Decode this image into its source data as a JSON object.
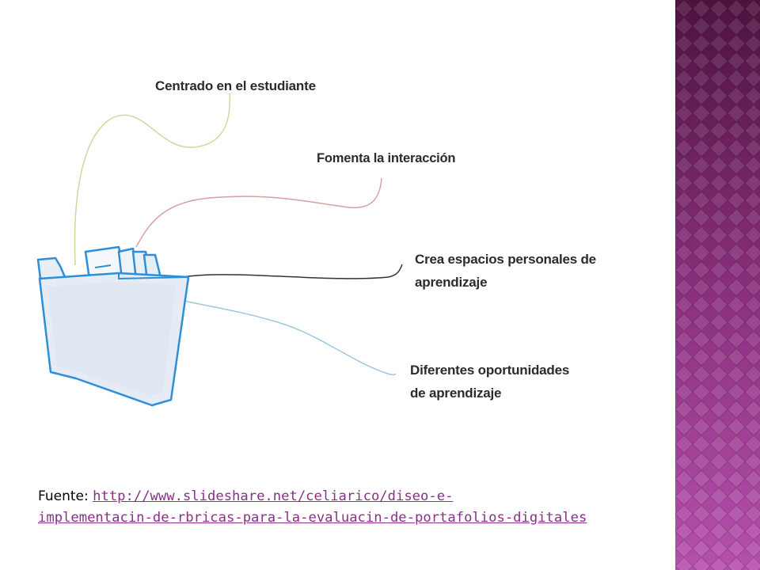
{
  "slide": {
    "labels": [
      {
        "lines": [
          "Centrado en el estudiante"
        ]
      },
      {
        "lines": [
          "Fomenta la interacción"
        ]
      },
      {
        "lines": [
          "Crea espacios personales de",
          "aprendizaje"
        ]
      },
      {
        "lines": [
          "Diferentes oportunidades",
          "de aprendizaje"
        ]
      }
    ],
    "source": {
      "prefix": "Fuente: ",
      "link_line1": "http://www.slideshare.net/celiarico/diseo-e-",
      "link_line2": "implementacin-de-rbricas-para-la-evaluacin-de-portafolios-digitales"
    }
  },
  "colors": {
    "panel_dark": "#5a1848",
    "panel_light": "#b04aa8",
    "folder_blue": "#2e8fd8",
    "folder_fill": "#e8eef6",
    "link_purple": "#8a2f8a",
    "connector_yellow": "#d8d39a",
    "connector_red": "#d7a0a0",
    "connector_black": "#333333",
    "connector_blue": "#9cc8e0"
  },
  "icons": {
    "folder": "folder-icon"
  }
}
